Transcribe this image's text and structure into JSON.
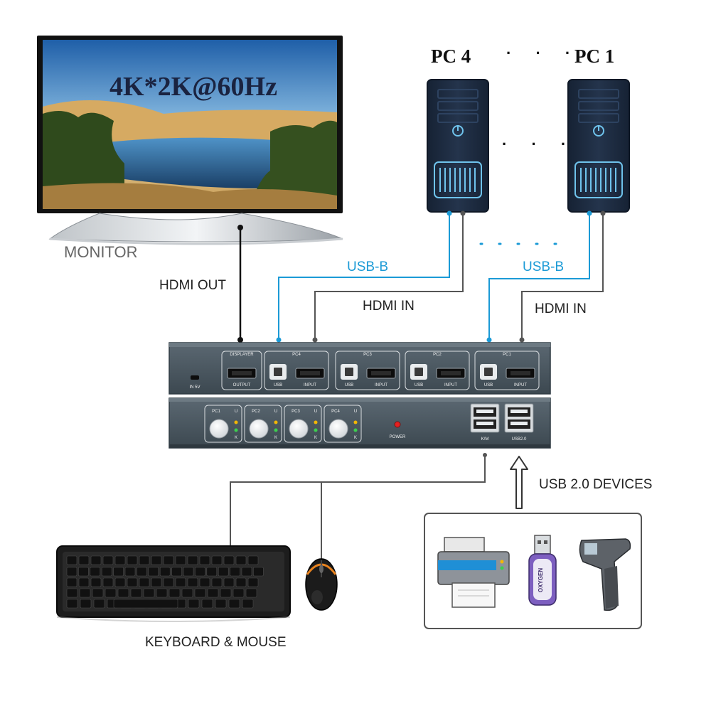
{
  "monitor": {
    "screen_text": "4K*2K@60Hz",
    "label": "MONITOR"
  },
  "pcs": {
    "left_label": "PC 4",
    "right_label": "PC 1",
    "ellipsis": "· · ·"
  },
  "cables": {
    "hdmi_out": "HDMI OUT",
    "usb_b_left": "USB-B",
    "usb_b_right": "USB-B",
    "hdmi_in_left": "HDMI IN",
    "hdmi_in_right": "HDMI IN"
  },
  "kvm_back": {
    "power_label": "IN 5V",
    "displayer_label": "DISPLAYER",
    "output_label": "OUTPUT",
    "groups": [
      {
        "name": "PC4",
        "usb": "USB",
        "input": "INPUT"
      },
      {
        "name": "PC3",
        "usb": "USB",
        "input": "INPUT"
      },
      {
        "name": "PC2",
        "usb": "USB",
        "input": "INPUT"
      },
      {
        "name": "PC1",
        "usb": "USB",
        "input": "INPUT"
      }
    ]
  },
  "kvm_front": {
    "buttons": [
      "PC1",
      "PC2",
      "PC3",
      "PC4"
    ],
    "led_u": "U",
    "led_k": "K",
    "power_label": "POWER",
    "km_label": "K/M",
    "usb_label": "USB2.0"
  },
  "usb_devices_label": "USB 2.0 DEVICES",
  "keyboard_mouse_label": "KEYBOARD & MOUSE",
  "usb_stick_brand": "OXYGEN",
  "colors": {
    "usb_cable": "#1b9ad6",
    "hdmi_cable": "#555555",
    "kvm_body": "#4a5761",
    "pc_case": "#1e2a3c",
    "pc_glow": "#6fc3ec"
  }
}
